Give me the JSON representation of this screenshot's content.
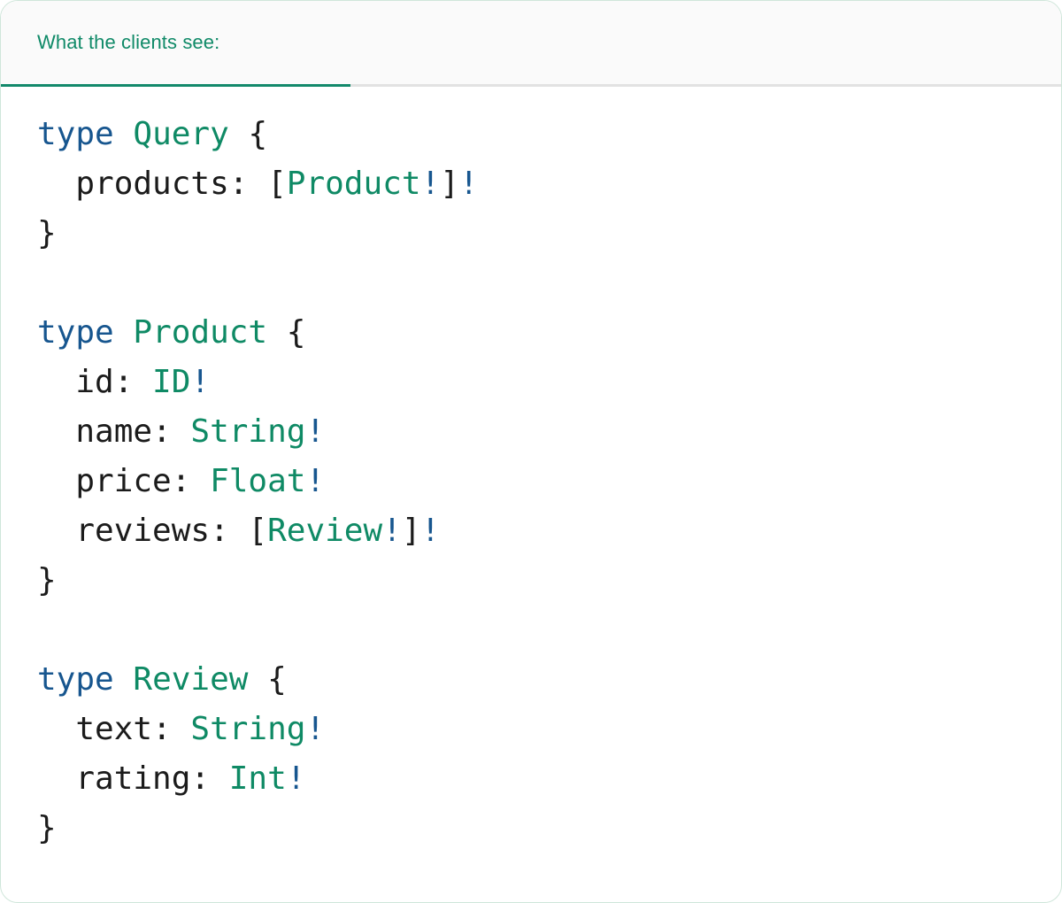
{
  "card": {
    "accent_green": "#108a68",
    "accent_blue": "#17568f",
    "border_color": "#cfe6da",
    "header_bg": "#fafafa",
    "body_bg": "#ffffff"
  },
  "header": {
    "tabs": [
      {
        "label": "What the clients see:",
        "active": true
      }
    ]
  },
  "code": {
    "language": "graphql",
    "text": "type Query {\n  products: [Product!]!\n}\n\ntype Product {\n  id: ID!\n  name: String!\n  price: Float!\n  reviews: [Review!]!\n}\n\ntype Review {\n  text: String!\n  rating: Int!\n}",
    "lines": [
      {
        "id": "line-1",
        "tokens": [
          {
            "t": "type",
            "c": "kw"
          },
          {
            "t": " ",
            "c": "punc"
          },
          {
            "t": "Query",
            "c": "type"
          },
          {
            "t": " {",
            "c": "punc"
          }
        ]
      },
      {
        "id": "line-2",
        "tokens": [
          {
            "t": "  products: ",
            "c": "name"
          },
          {
            "t": "[",
            "c": "punc"
          },
          {
            "t": "Product",
            "c": "type"
          },
          {
            "t": "!",
            "c": "bang"
          },
          {
            "t": "]",
            "c": "punc"
          },
          {
            "t": "!",
            "c": "bang"
          }
        ]
      },
      {
        "id": "line-3",
        "tokens": [
          {
            "t": "}",
            "c": "punc"
          }
        ]
      },
      {
        "id": "line-4",
        "tokens": []
      },
      {
        "id": "line-5",
        "tokens": [
          {
            "t": "type",
            "c": "kw"
          },
          {
            "t": " ",
            "c": "punc"
          },
          {
            "t": "Product",
            "c": "type"
          },
          {
            "t": " {",
            "c": "punc"
          }
        ]
      },
      {
        "id": "line-6",
        "tokens": [
          {
            "t": "  id: ",
            "c": "name"
          },
          {
            "t": "ID",
            "c": "type"
          },
          {
            "t": "!",
            "c": "bang"
          }
        ]
      },
      {
        "id": "line-7",
        "tokens": [
          {
            "t": "  name: ",
            "c": "name"
          },
          {
            "t": "String",
            "c": "type"
          },
          {
            "t": "!",
            "c": "bang"
          }
        ]
      },
      {
        "id": "line-8",
        "tokens": [
          {
            "t": "  price: ",
            "c": "name"
          },
          {
            "t": "Float",
            "c": "type"
          },
          {
            "t": "!",
            "c": "bang"
          }
        ]
      },
      {
        "id": "line-9",
        "tokens": [
          {
            "t": "  reviews: ",
            "c": "name"
          },
          {
            "t": "[",
            "c": "punc"
          },
          {
            "t": "Review",
            "c": "type"
          },
          {
            "t": "!",
            "c": "bang"
          },
          {
            "t": "]",
            "c": "punc"
          },
          {
            "t": "!",
            "c": "bang"
          }
        ]
      },
      {
        "id": "line-10",
        "tokens": [
          {
            "t": "}",
            "c": "punc"
          }
        ]
      },
      {
        "id": "line-11",
        "tokens": []
      },
      {
        "id": "line-12",
        "tokens": [
          {
            "t": "type",
            "c": "kw"
          },
          {
            "t": " ",
            "c": "punc"
          },
          {
            "t": "Review",
            "c": "type"
          },
          {
            "t": " {",
            "c": "punc"
          }
        ]
      },
      {
        "id": "line-13",
        "tokens": [
          {
            "t": "  text: ",
            "c": "name"
          },
          {
            "t": "String",
            "c": "type"
          },
          {
            "t": "!",
            "c": "bang"
          }
        ]
      },
      {
        "id": "line-14",
        "tokens": [
          {
            "t": "  rating: ",
            "c": "name"
          },
          {
            "t": "Int",
            "c": "type"
          },
          {
            "t": "!",
            "c": "bang"
          }
        ]
      },
      {
        "id": "line-15",
        "tokens": [
          {
            "t": "}",
            "c": "punc"
          }
        ]
      }
    ]
  }
}
